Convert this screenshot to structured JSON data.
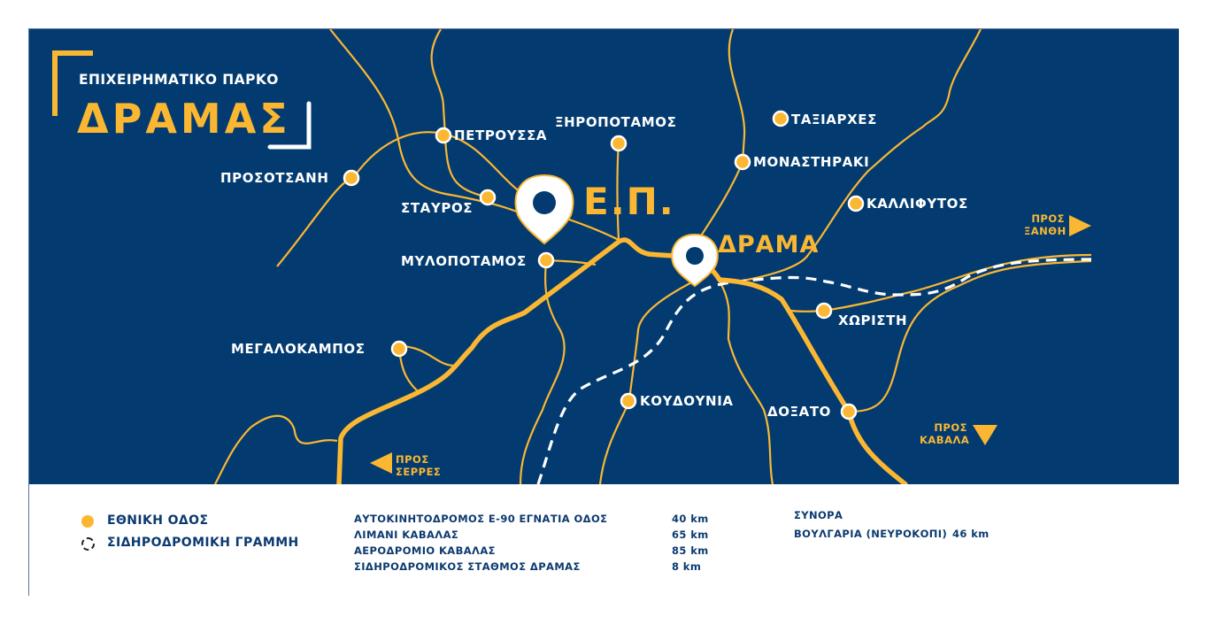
{
  "title": {
    "line1": "ΕΠΙΧΕΙΡΗΜΑΤΙΚΟ ΠΑΡΚΟ",
    "line2": "ΔΡΑΜΑΣ"
  },
  "colors": {
    "background": "#033b70",
    "road": "#fbb731",
    "railway": "#ffffff",
    "legend_text": "#0c3a70"
  },
  "map": {
    "markers": {
      "business_park": "Ε.Π.",
      "drama": "ΔΡΑΜΑ"
    },
    "towns": [
      {
        "name": "ΠΕΤΡΟΥΣΣΑ"
      },
      {
        "name": "ΞΗΡΟΠΟΤΑΜΟΣ"
      },
      {
        "name": "ΤΑΞΙΑΡΧΕΣ"
      },
      {
        "name": "ΠΡΟΣΟΤΣΑΝΗ"
      },
      {
        "name": "ΜΟΝΑΣΤΗΡΑΚΙ"
      },
      {
        "name": "ΣΤΑΥΡΟΣ"
      },
      {
        "name": "ΚΑΛΛΙΦΥΤΟΣ"
      },
      {
        "name": "ΜΥΛΟΠΟΤΑΜΟΣ"
      },
      {
        "name": "ΧΩΡΙΣΤΗ"
      },
      {
        "name": "ΜΕΓΑΛΟΚΑΜΠΟΣ"
      },
      {
        "name": "ΚΟΥΔΟΥΝΙΑ"
      },
      {
        "name": "ΔΟΞΑΤΟ"
      }
    ],
    "directions": {
      "xanthi": {
        "line1": "ΠΡΟΣ",
        "line2": "ΞΑΝΘΗ"
      },
      "serres": {
        "line1": "ΠΡΟΣ",
        "line2": "ΣΕΡΡΕΣ"
      },
      "kavala": {
        "line1": "ΠΡΟΣ",
        "line2": "ΚΑΒΑΛΑ"
      }
    }
  },
  "legend": {
    "national_road": "ΕΘΝΙΚΗ ΟΔΟΣ",
    "railway": "ΣΙΔΗΡΟΔΡΟΜΙΚΗ ΓΡΑΜΜΗ",
    "distances": [
      {
        "label": "ΑΥΤΟΚΙΝΗΤΟΔΡΟΜΟΣ Ε-90 ΕΓΝΑΤΙΑ ΟΔΟΣ",
        "value": "40 km"
      },
      {
        "label": "ΛΙΜΑΝΙ ΚΑΒΑΛΑΣ",
        "value": "65 km"
      },
      {
        "label": "ΑΕΡΟΔΡΟΜΙΟ ΚΑΒΑΛΑΣ",
        "value": "85 km"
      },
      {
        "label": "ΣΙΔΗΡΟΔΡΟΜΙΚΟΣ ΣΤΑΘΜΟΣ ΔΡΑΜΑΣ",
        "value": "8 km"
      }
    ],
    "borders": {
      "heading": "ΣΥΝΟΡΑ",
      "label": "ΒΟΥΛΓΑΡΙΑ (ΝΕΥΡΟΚΟΠΙ)",
      "value": "46 km"
    }
  }
}
